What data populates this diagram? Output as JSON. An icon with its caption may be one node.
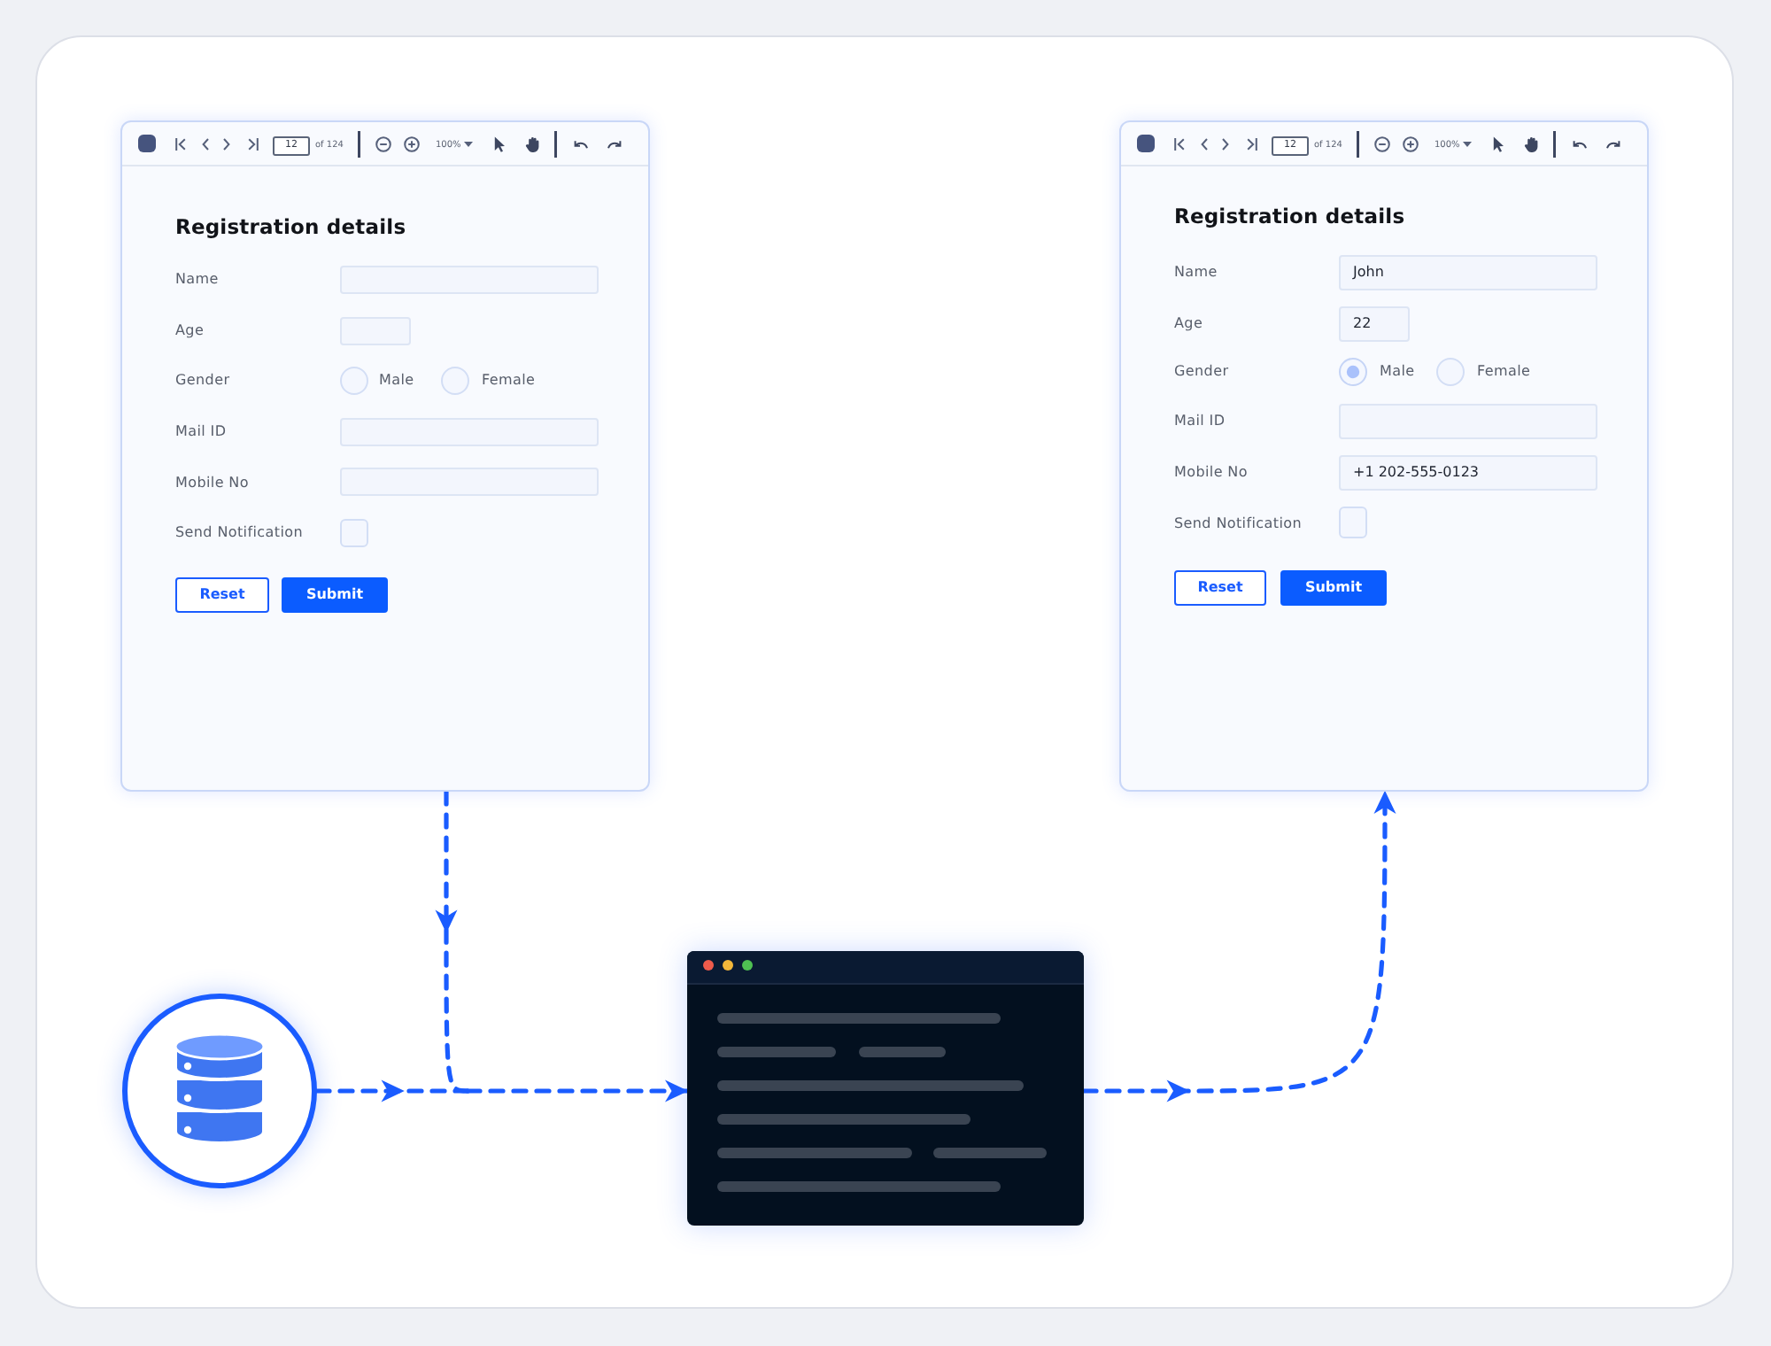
{
  "diagram": {
    "nodes": [
      {
        "text": [
          "of 124",
          "100%",
          "Registration details",
          "Name",
          "Age",
          "Gender",
          "Male",
          "Female",
          "Mail ID",
          "Mobile No",
          "Send Notification"
        ]
      },
      {
        "text": [
          "12"
        ],
        "in": 0
      },
      {
        "text": [],
        "shape": "box",
        "in": 0
      },
      {
        "text": [],
        "shape": "box",
        "in": 0
      },
      {
        "text": [],
        "shape": "box",
        "in": 0
      },
      {
        "text": [],
        "shape": "box",
        "in": 0
      },
      {
        "text": [
          "Reset"
        ],
        "in": 0
      },
      {
        "text": [
          "Submit"
        ],
        "in": 0
      },
      {
        "text": [
          "of 124",
          "100%",
          "Registration details",
          "Name",
          "Age",
          "Gender",
          "Male",
          "Female",
          "Mail ID",
          "Mobile No",
          "Send Notification"
        ]
      },
      {
        "text": [
          "12"
        ],
        "in": 8
      },
      {
        "text": [
          "John"
        ],
        "in": 8
      },
      {
        "text": [
          "22"
        ],
        "in": 8
      },
      {
        "text": [],
        "shape": "box",
        "in": 8
      },
      {
        "text": [
          "+1 202-555-0123"
        ],
        "in": 8
      },
      {
        "text": [
          "Reset"
        ],
        "in": 8
      },
      {
        "text": [
          "Submit"
        ],
        "in": 8
      },
      {
        "text": [],
        "shape": "circle"
      },
      {
        "text": [],
        "shape": "box"
      }
    ],
    "edges": [
      {
        "from": 0,
        "to": 17,
        "arrow": "to",
        "style": "dashed"
      },
      {
        "from": 16,
        "to": 17,
        "arrow": "to",
        "style": "dashed"
      },
      {
        "from": 17,
        "to": 8,
        "arrow": "to",
        "style": "dashed"
      }
    ]
  }
}
